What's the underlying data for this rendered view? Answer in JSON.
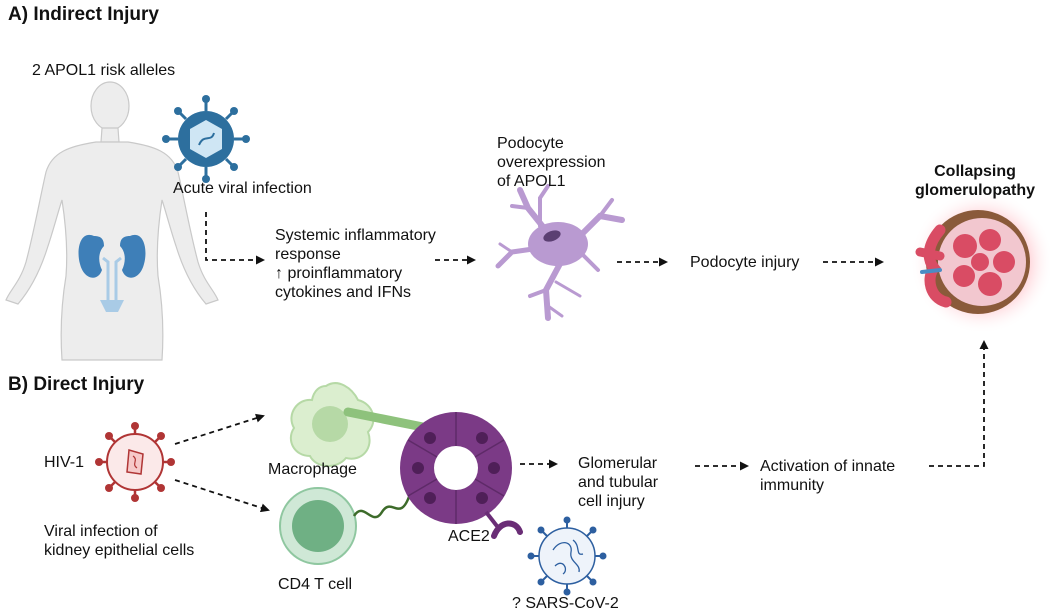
{
  "section_a": {
    "heading": "A) Indirect Injury",
    "risk_alleles": "2 APOL1 risk alleles",
    "viral_infection": "Acute viral infection",
    "systemic_1": "Systemic inflammatory",
    "systemic_2": "response",
    "systemic_3": "↑ proinflammatory",
    "systemic_4": "cytokines and IFNs",
    "podocyte_1": "Podocyte",
    "podocyte_2": "overexpression",
    "podocyte_3": "of APOL1",
    "podocyte_injury": "Podocyte injury",
    "outcome_1": "Collapsing",
    "outcome_2": "glomerulopathy"
  },
  "section_b": {
    "heading": "B) Direct Injury",
    "hiv": "HIV-1",
    "viral_1": "Viral infection of",
    "viral_2": "kidney epithelial cells",
    "macrophage": "Macrophage",
    "cd4": "CD4 T cell",
    "ace2": "ACE2",
    "sars": "? SARS-CoV-2",
    "glom_1": "Glomerular",
    "glom_2": "and tubular",
    "glom_3": "cell injury",
    "innate_1": "Activation of innate",
    "innate_2": "immunity"
  },
  "colors": {
    "body": "#ededed",
    "kidney": "#3e7fb8",
    "virus_blue": "#2d6f9e",
    "podocyte": "#b99ad1",
    "hiv": "#b03535",
    "macrophage": "#c8e5b8",
    "tcell": "#8fc7a0",
    "epithelial": "#7b3a86",
    "glomerulus": "#d94c64"
  }
}
